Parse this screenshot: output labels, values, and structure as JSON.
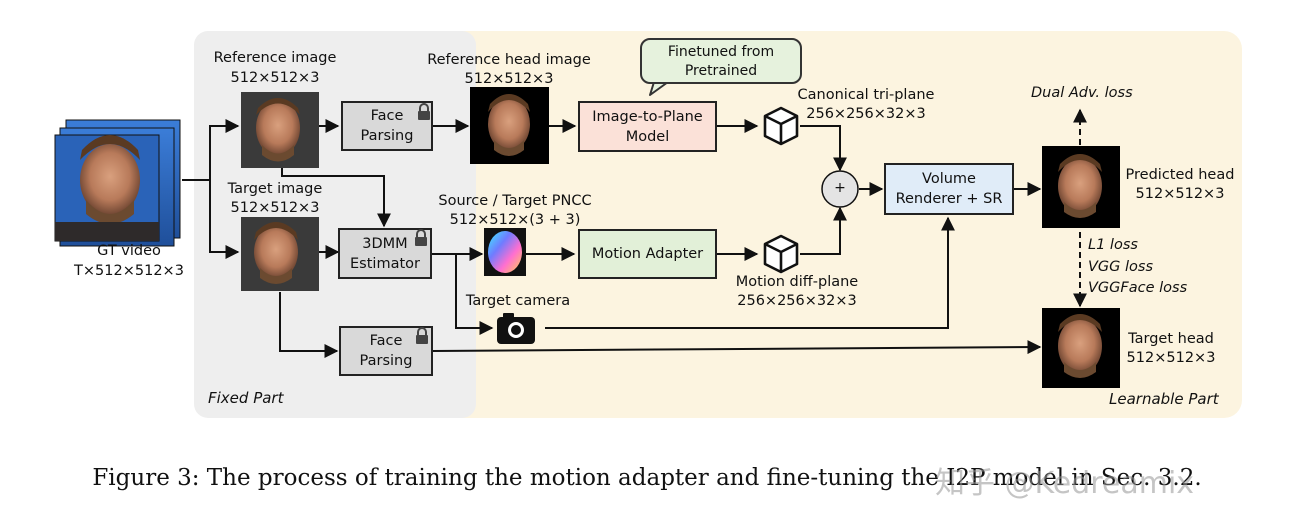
{
  "regions": {
    "fixed": "Fixed Part",
    "learnable": "Learnable Part"
  },
  "gt_video": {
    "title": "GT video",
    "dims": "T×512×512×3"
  },
  "reference_image": {
    "title": "Reference image",
    "dims": "512×512×3"
  },
  "target_image": {
    "title": "Target image",
    "dims": "512×512×3"
  },
  "reference_head": {
    "title": "Reference head image",
    "dims": "512×512×3"
  },
  "pncc": {
    "title": "Source / Target PNCC",
    "dims": "512×512×(3 + 3)"
  },
  "target_camera": {
    "title": "Target camera"
  },
  "face_parsing_top": {
    "line1": "Face",
    "line2": "Parsing"
  },
  "face_parsing_bottom": {
    "line1": "Face",
    "line2": "Parsing"
  },
  "estimator": {
    "line1": "3DMM",
    "line2": "Estimator"
  },
  "image_to_plane": {
    "line1": "Image-to-Plane",
    "line2": "Model"
  },
  "motion_adapter": {
    "label": "Motion Adapter"
  },
  "volume_renderer": {
    "line1": "Volume",
    "line2": "Renderer + SR"
  },
  "plus_symbol": "+",
  "finetuned_bubble": {
    "line1": "Finetuned from",
    "line2": "Pretrained"
  },
  "canonical_triplane": {
    "title": "Canonical tri-plane",
    "dims": "256×256×32×3"
  },
  "motion_diffplane": {
    "title": "Motion diff-plane",
    "dims": "256×256×32×3"
  },
  "predicted_head": {
    "title": "Predicted head",
    "dims": "512×512×3"
  },
  "target_head": {
    "title": "Target head",
    "dims": "512×512×3"
  },
  "losses": {
    "dual_adv": "Dual Adv. loss",
    "l1": "L1 loss",
    "vgg": "VGG loss",
    "vggface": "VGGFace loss"
  },
  "caption": "Figure 3: The process of training the motion adapter and fine-tuning the I2P model in Sec. 3.2.",
  "watermark": "知乎 @Kedreamix",
  "colors": {
    "fixed_bg": "#eeeeee",
    "learnable_bg": "#fcf4e0",
    "grey_box": "#d9d9d9",
    "pink_box": "#fbe1d8",
    "green_box": "#e2f0d8",
    "blue_box": "#e0ecf8"
  },
  "icons": [
    "lock-icon",
    "cube-icon",
    "camera-icon",
    "plus-circle-icon",
    "face-photo"
  ]
}
